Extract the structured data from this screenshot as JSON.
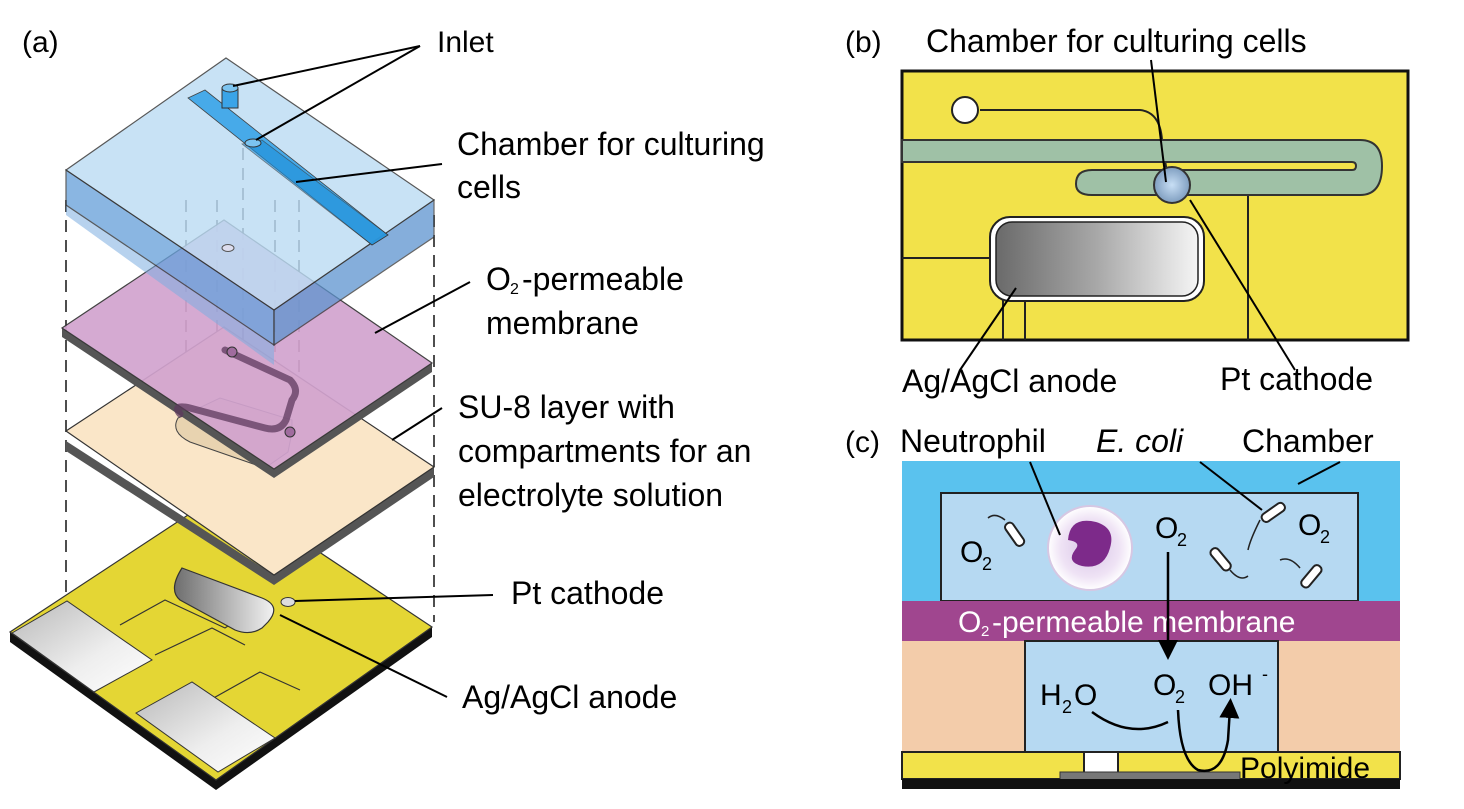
{
  "panel_a": {
    "tag": "(a)",
    "inlet": "Inlet",
    "chamber_1": "Chamber for culturing",
    "chamber_2": "cells",
    "o2_mark": "O",
    "o2_sub": "2",
    "membrane_1": "-permeable",
    "membrane_2": "membrane",
    "su8_1": "SU-8 layer with",
    "su8_2": "compartments for an",
    "su8_3": "electrolyte solution",
    "cathode": "Pt cathode",
    "anode": "Ag/AgCl anode"
  },
  "panel_b": {
    "tag": "(b)",
    "chamber": "Chamber for culturing cells",
    "anode": "Ag/AgCl anode",
    "cathode": "Pt cathode"
  },
  "panel_c": {
    "tag": "(c)",
    "neutrophil": "Neutrophil",
    "ecoli": "E. coli",
    "chamber": "Chamber",
    "o2": "O",
    "sub2": "2",
    "membrane_o": "O",
    "membrane_sub": "2",
    "membrane_rest": "-permeable membrane",
    "h2o_h": "H",
    "h2o_o": "O",
    "oh": "OH",
    "minus": "-",
    "polyimide": "Polyimide"
  },
  "colors": {
    "gold": "#e6d72e",
    "yellow_b": "#f2e24a",
    "pdms_blue": "#9ccbe9",
    "membrane_pink": "#d2a3cf",
    "su8_cream": "#fae6c8",
    "sky_blue": "#5ac2ee",
    "light_blue": "#b6d9f2",
    "purple_band": "#a0468f",
    "peach": "#f3ccaa",
    "channel_green": "#9fc1a6"
  }
}
